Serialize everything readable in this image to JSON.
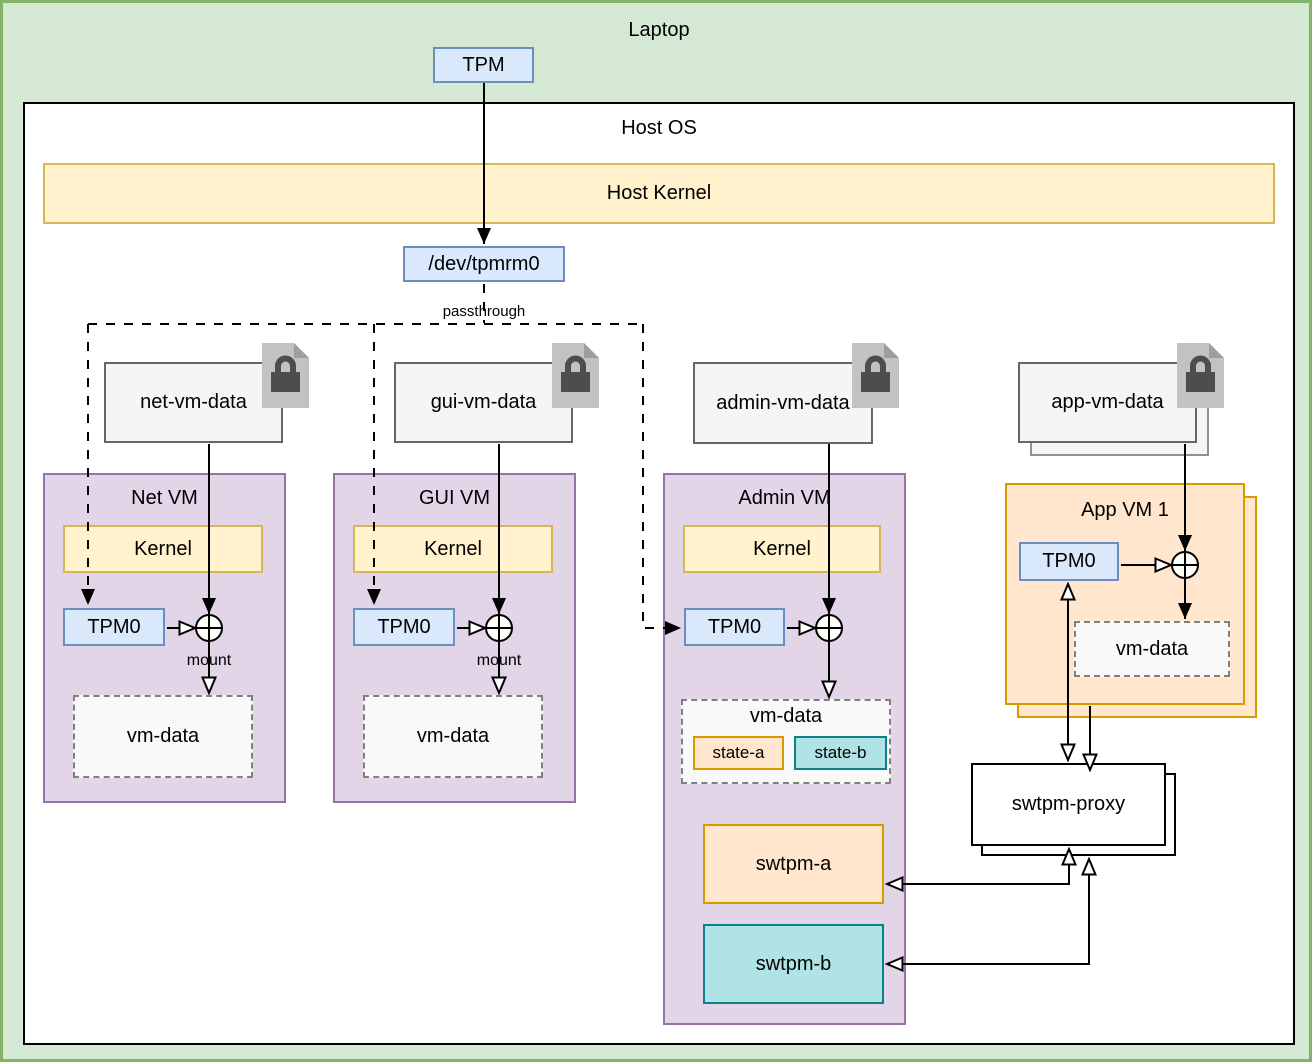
{
  "laptop": {
    "label": "Laptop"
  },
  "tpm": {
    "label": "TPM"
  },
  "host_os": {
    "label": "Host OS"
  },
  "host_kernel": {
    "label": "Host Kernel"
  },
  "dev_tpmrm0": {
    "label": "/dev/tpmrm0"
  },
  "passthrough": {
    "label": "passthrough"
  },
  "encrypted_files": [
    {
      "label": "net-vm-data"
    },
    {
      "label": "gui-vm-data"
    },
    {
      "label": "admin-vm-data"
    },
    {
      "label": "app-vm-data"
    }
  ],
  "net_vm": {
    "title": "Net VM",
    "kernel": "Kernel",
    "tpm0": "TPM0",
    "mount": "mount",
    "vm_data": "vm-data"
  },
  "gui_vm": {
    "title": "GUI VM",
    "kernel": "Kernel",
    "tpm0": "TPM0",
    "mount": "mount",
    "vm_data": "vm-data"
  },
  "admin_vm": {
    "title": "Admin VM",
    "kernel": "Kernel",
    "tpm0": "TPM0",
    "vm_data": "vm-data",
    "state_a": "state-a",
    "state_b": "state-b",
    "swtpm_a": "swtpm-a",
    "swtpm_b": "swtpm-b"
  },
  "app_vm": {
    "title": "App VM 1",
    "tpm0": "TPM0",
    "vm_data": "vm-data"
  },
  "swtpm_proxy": {
    "label": "swtpm-proxy"
  },
  "colors": {
    "laptop_fill": "#d5e8d4",
    "laptop_border": "#82b366",
    "kernel_fill": "#fff2cc",
    "kernel_border": "#d6b656",
    "tpm_fill": "#dae8fc",
    "tpm_border": "#6c8ebf",
    "vm_fill": "#e1d5e7",
    "vm_border": "#9673a6",
    "appvm_fill": "#ffe6cc",
    "appvm_border": "#d79b00",
    "teal_fill": "#b0e3e6",
    "teal_border": "#0e8088",
    "file_fill": "#f5f5f5",
    "file_border": "#666666"
  }
}
